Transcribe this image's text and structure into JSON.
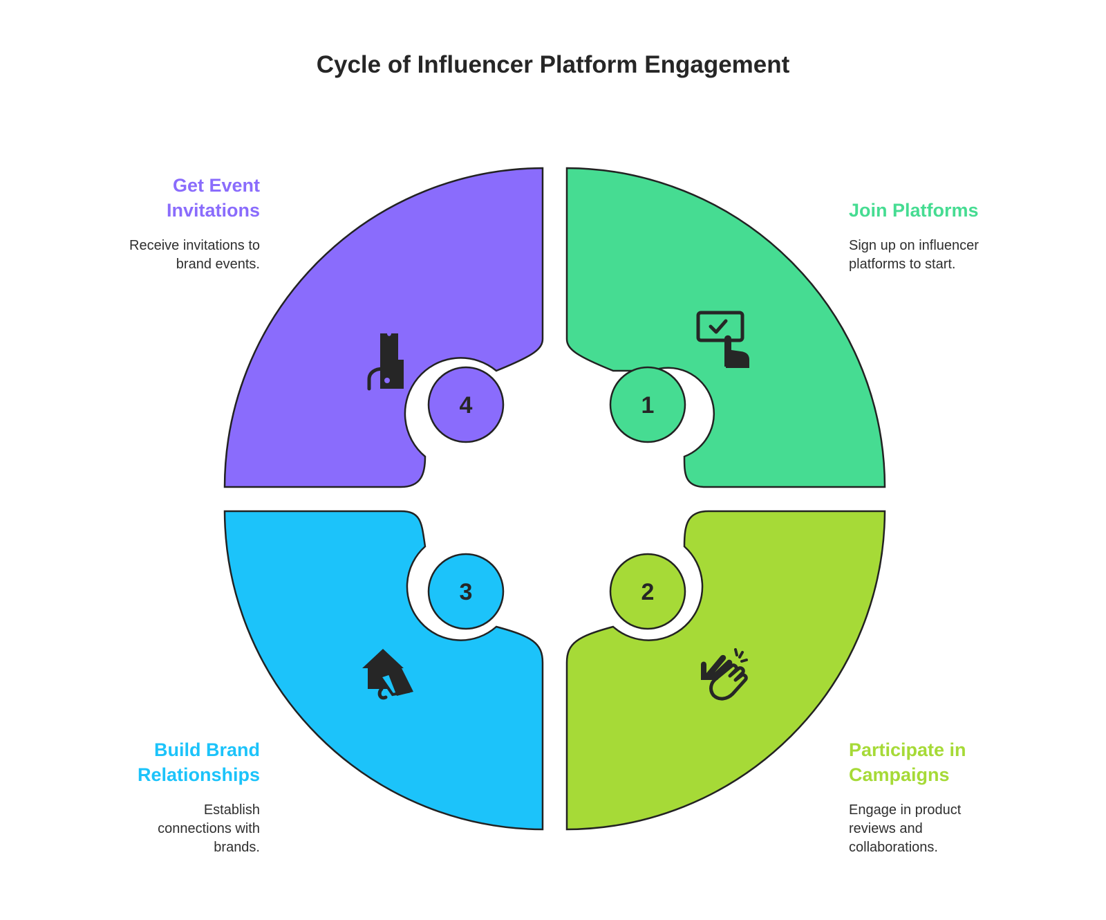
{
  "title": "Cycle of Influencer Platform Engagement",
  "colors": {
    "join": "#46DC92",
    "participate": "#A6DA37",
    "build": "#1CC3FA",
    "events": "#8A6CFC",
    "outline": "#222222",
    "text": "#2b2b2b"
  },
  "steps": [
    {
      "number": "1",
      "heading": "Join Platforms",
      "description": "Sign up on influencer platforms to start.",
      "icon": "monitor-click-icon",
      "color": "#46DC92"
    },
    {
      "number": "2",
      "heading": "Participate in Campaigns",
      "description": "Engage in product reviews and collaborations.",
      "icon": "clapping-hands-icon",
      "color": "#A6DA37"
    },
    {
      "number": "3",
      "heading": "Build Brand Relationships",
      "description": "Establish connections with brands.",
      "icon": "house-megaphone-icon",
      "color": "#1CC3FA"
    },
    {
      "number": "4",
      "heading": "Get Event Invitations",
      "description": "Receive invitations to brand events.",
      "icon": "ticket-hand-icon",
      "color": "#8A6CFC"
    }
  ]
}
